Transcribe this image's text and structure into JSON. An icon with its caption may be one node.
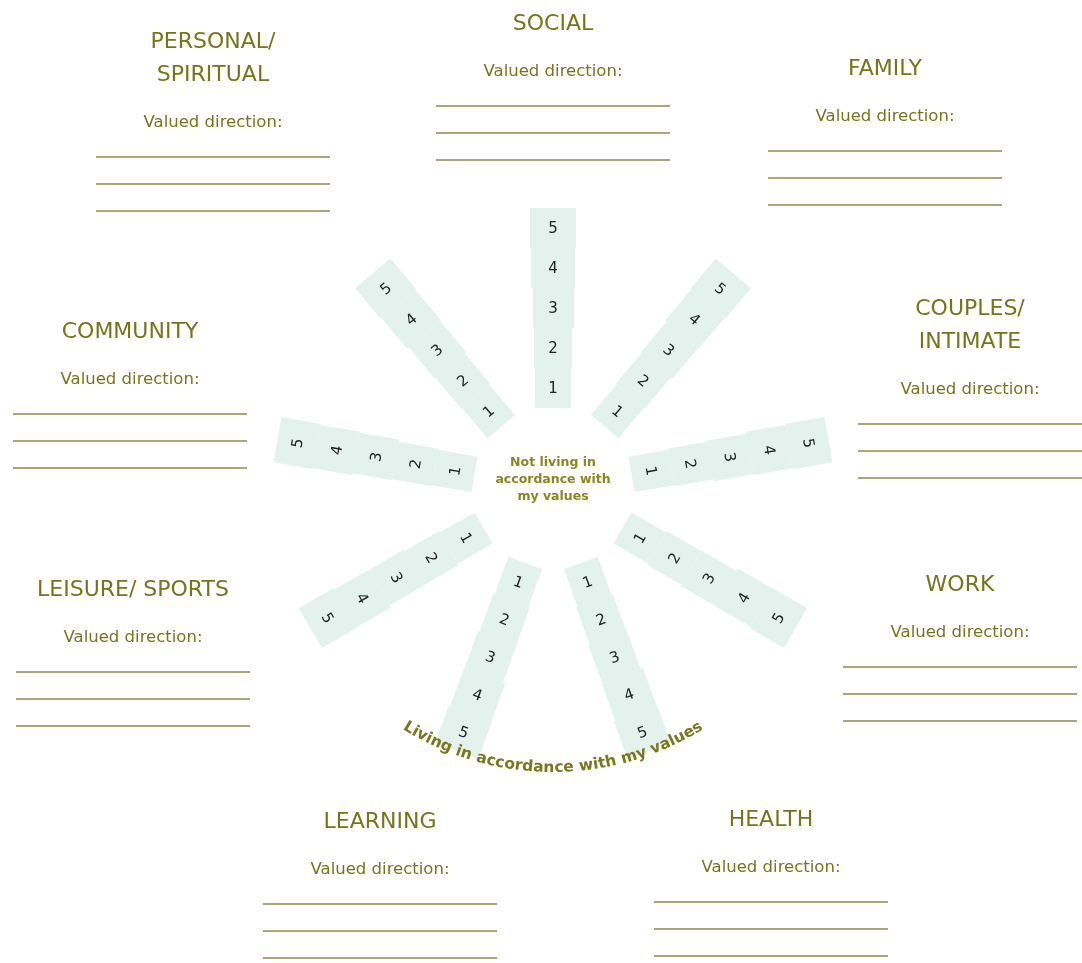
{
  "diagram": {
    "nodes": [
      {
        "text": [
          "PERSONAL/ SPIRITUAL",
          "Valued direction:"
        ]
      },
      {
        "text": [
          "SOCIAL",
          "Valued direction:"
        ]
      },
      {
        "text": [
          "FAMILY",
          "Valued direction:"
        ]
      },
      {
        "text": [
          "COMMUNITY",
          "Valued direction:"
        ]
      },
      {
        "text": [
          "COUPLES/ INTIMATE",
          "Valued direction:"
        ]
      },
      {
        "text": [
          "LEISURE/ SPORTS",
          "Valued direction:"
        ]
      },
      {
        "text": [
          "WORK",
          "Valued direction:"
        ]
      },
      {
        "text": [
          "LEARNING",
          "Valued direction:"
        ]
      },
      {
        "text": [
          "HEALTH",
          "Valued direction:"
        ]
      },
      {
        "text": [
          "Not living in accordance with my values"
        ]
      },
      {
        "text": [
          "5",
          "4",
          "3",
          "2",
          "1"
        ]
      },
      {
        "text": [
          "5",
          "4",
          "3",
          "2",
          "1"
        ]
      },
      {
        "text": [
          "5",
          "4",
          "3",
          "2",
          "1"
        ]
      },
      {
        "text": [
          "1",
          "2",
          "3",
          "4",
          "5"
        ]
      },
      {
        "text": [
          "1",
          "2",
          "3",
          "4",
          "5"
        ]
      },
      {
        "text": [
          "1",
          "2",
          "3",
          "4",
          "5"
        ]
      },
      {
        "text": [
          "1",
          "2",
          "3",
          "4",
          "5"
        ]
      },
      {
        "text": [
          "5",
          "4",
          "3",
          "2",
          "1"
        ]
      },
      {
        "text": [
          "5",
          "4",
          "3",
          "2",
          "1"
        ]
      }
    ],
    "edges": [],
    "labels": [
      "Living in accordance with my values"
    ]
  }
}
